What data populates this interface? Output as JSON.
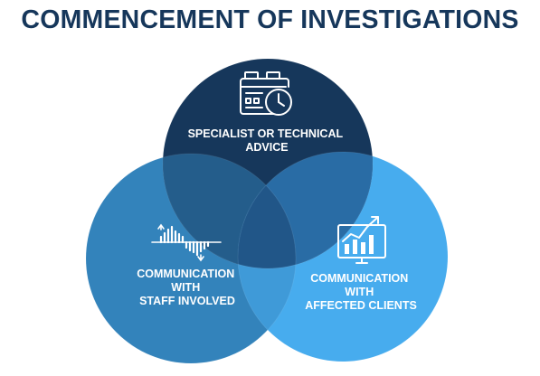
{
  "title": "COMMENCEMENT OF INVESTIGATIONS",
  "colors": {
    "title": "#16375b",
    "circle_top": "#16375b",
    "circle_left": "#3383bb",
    "circle_right": "#47acee",
    "overlap_top_left": "#245d8b",
    "overlap_top_right": "#296ca5",
    "overlap_left_right": "#3f9ad8",
    "overlap_center": "#215688"
  },
  "circles": [
    {
      "id": "top",
      "icon": "calendar-clock-icon",
      "label_lines": [
        "SPECIALIST OR TECHNICAL",
        "ADVICE"
      ]
    },
    {
      "id": "left",
      "icon": "soundwave-icon",
      "label_lines": [
        "COMMUNICATION",
        "WITH",
        "STAFF INVOLVED"
      ]
    },
    {
      "id": "right",
      "icon": "growth-chart-icon",
      "label_lines": [
        "COMMUNICATION",
        "WITH",
        "AFFECTED CLIENTS"
      ]
    }
  ]
}
